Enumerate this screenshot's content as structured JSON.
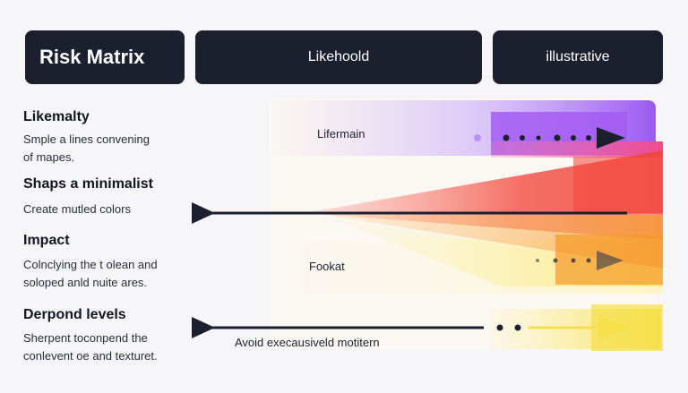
{
  "header": {
    "title": "Risk Matrix",
    "column_likelihood": "Likehoold",
    "column_illustrative": "illustrative"
  },
  "rows": [
    {
      "title": "Likemalty",
      "desc_line1": "Smple a lines convening",
      "desc_line2": "of mapes."
    },
    {
      "title": "Shaps a minimalist",
      "desc_line1": "Create mutled colors",
      "desc_line2": ""
    },
    {
      "title": "Impact",
      "desc_line1": "Colnclying the t olean  and",
      "desc_line2": "soloped anld nuite ares."
    },
    {
      "title": "Derpond levels",
      "desc_line1": "Sherpent toconpend the",
      "desc_line2": "conlevent oe and texturet."
    }
  ],
  "labels": {
    "top_band": "Lifermain",
    "middle_band": "Fookat",
    "bottom_line": "Avoid execausiveld motitern"
  },
  "colors": {
    "header_bg": "#1b1f2e",
    "purple": "#9b59f0",
    "pink": "#f04a8c",
    "red": "#f2453a",
    "orange": "#f59a2a",
    "yellow": "#f5e04a",
    "arrow": "#1b1f2e"
  },
  "icons": {
    "arrow_head_right": "triangle-right",
    "arrow_head_left": "triangle-left"
  }
}
